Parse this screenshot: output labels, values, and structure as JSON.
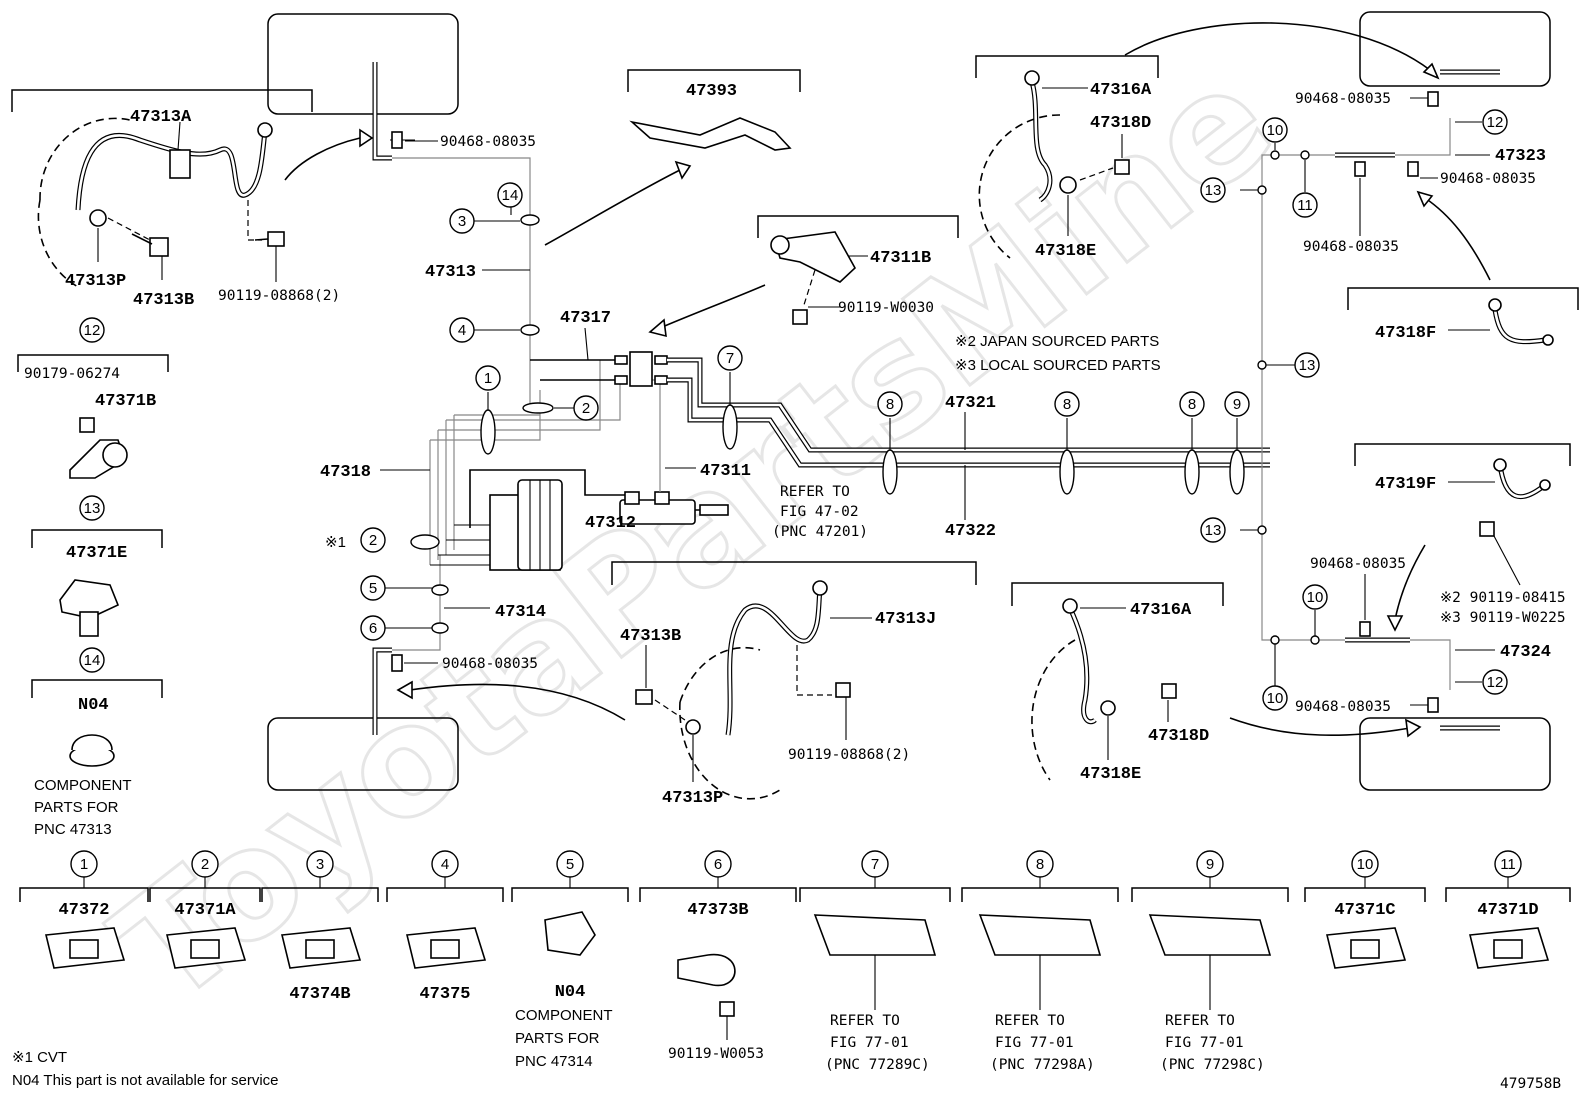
{
  "watermark": "ToyotaPartsMine",
  "figure_id": "479758B",
  "labels": {
    "p47313A": "47313A",
    "p47313P_top": "47313P",
    "p47313B_top": "47313B",
    "p90119_08868_top": "90119-08868(2)",
    "p90468_top": "90468-08035",
    "p47313": "47313",
    "p47393": "47393",
    "p47311B": "47311B",
    "p90119_W0030": "90119-W0030",
    "p47317": "47317",
    "p47318": "47318",
    "p47311": "47311",
    "p47312": "47312",
    "p47314": "47314",
    "p90468_bottom": "90468-08035",
    "p47321": "47321",
    "p47322": "47322",
    "refer1": "REFER TO",
    "refer2": "FIG 47-02",
    "refer3": "(PNC 47201)",
    "p47313B_mid": "47313B",
    "p47313J": "47313J",
    "p90119_08868_mid": "90119-08868(2)",
    "p47313P_mid": "47313P",
    "p47316A_top": "47316A",
    "p47318D_top": "47318D",
    "p47318E_top": "47318E",
    "note_japan": "※2 JAPAN SOURCED PARTS",
    "note_local": "※3 LOCAL SOURCED PARTS",
    "p90468_r1": "90468-08035",
    "p47323": "47323",
    "p90468_r2": "90468-08035",
    "p90468_r3": "90468-08035",
    "p47318F": "47318F",
    "p47319F": "47319F",
    "p90119_08415": "※2 90119-08415",
    "p90119_W0225": "※3 90119-W0225",
    "p90468_r4": "90468-08035",
    "p47324": "47324",
    "p90468_r5": "90468-08035",
    "p47316A_bot": "47316A",
    "p47318D_bot": "47318D",
    "p47318E_bot": "47318E",
    "p90179": "90179-06274",
    "p47371B": "47371B",
    "p47371E": "47371E",
    "pN04_left": "N04",
    "comp_left1": "COMPONENT",
    "comp_left2": "PARTS FOR",
    "comp_left3": "PNC 47313",
    "cvt_mark": "※1"
  },
  "callouts": {
    "c1": "1",
    "c2": "2",
    "c3": "3",
    "c4": "4",
    "c5": "5",
    "c6": "6",
    "c7": "7",
    "c8": "8",
    "c9": "9",
    "c10": "10",
    "c11": "11",
    "c12": "12",
    "c13": "13",
    "c14": "14"
  },
  "legend_parts": [
    {
      "num": "1",
      "label": "47372"
    },
    {
      "num": "2",
      "label": "47371A"
    },
    {
      "num": "3",
      "label": "47374B"
    },
    {
      "num": "4",
      "label": "47375"
    },
    {
      "num": "5",
      "label": "N04",
      "sub1": "COMPONENT",
      "sub2": "PARTS FOR",
      "sub3": "PNC 47314"
    },
    {
      "num": "6",
      "label": "47373B",
      "sub1": "90119-W0053"
    },
    {
      "num": "7",
      "label": "REFER TO",
      "sub1": "FIG 77-01",
      "sub2": "(PNC 77289C)"
    },
    {
      "num": "8",
      "label": "REFER TO",
      "sub1": "FIG 77-01",
      "sub2": "(PNC 77298A)"
    },
    {
      "num": "9",
      "label": "REFER TO",
      "sub1": "FIG 77-01",
      "sub2": "(PNC 77298C)"
    },
    {
      "num": "10",
      "label": "47371C"
    },
    {
      "num": "11",
      "label": "47371D"
    }
  ],
  "footnotes": {
    "cvt": "※1 CVT",
    "n04": "N04 This part is not available for service"
  }
}
